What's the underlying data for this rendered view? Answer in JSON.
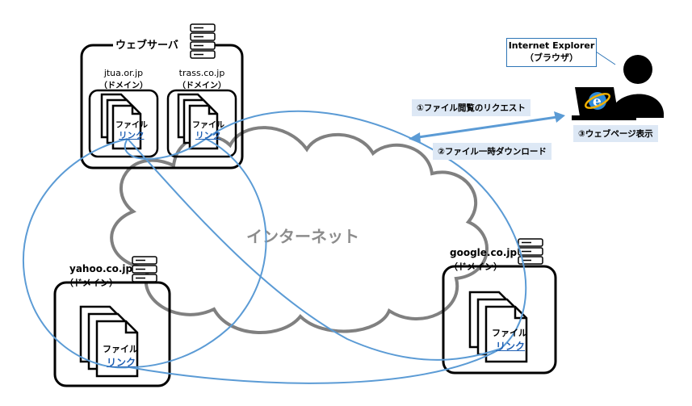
{
  "web_server": {
    "title": "ウェブサーバ",
    "domains": [
      {
        "host": "jtua.or.jp",
        "tag": "（ドメイン）",
        "file": "ファイル",
        "link": "リンク"
      },
      {
        "host": "trass.co.jp",
        "tag": "（ドメイン）",
        "file": "ファイル",
        "link": "リンク"
      }
    ]
  },
  "yahoo": {
    "host": "yahoo.co.jp",
    "tag": "（ドメイン）",
    "file": "ファイル",
    "link": "リンク"
  },
  "google": {
    "host": "google.co.jp",
    "tag": "（ドメイン）",
    "file": "ファイル",
    "link": "リンク"
  },
  "internet": {
    "label": "インターネット"
  },
  "browser": {
    "name": "Internet Explorer",
    "type": "（ブラウザ）",
    "ie_icon": "ie-logo",
    "user_icon": "user-at-pc"
  },
  "callouts": {
    "request": "①ファイル閲覧のリクエスト",
    "download": "②ファイル一時ダウンロード",
    "display": "③ウェブページ表示"
  },
  "colors": {
    "link_line": "#5b9bd5",
    "arrow": "#5b9bd5",
    "cloud": "#7f7f7f",
    "link_text": "#1f5fb2",
    "callout_bg": "#dde8f5"
  }
}
